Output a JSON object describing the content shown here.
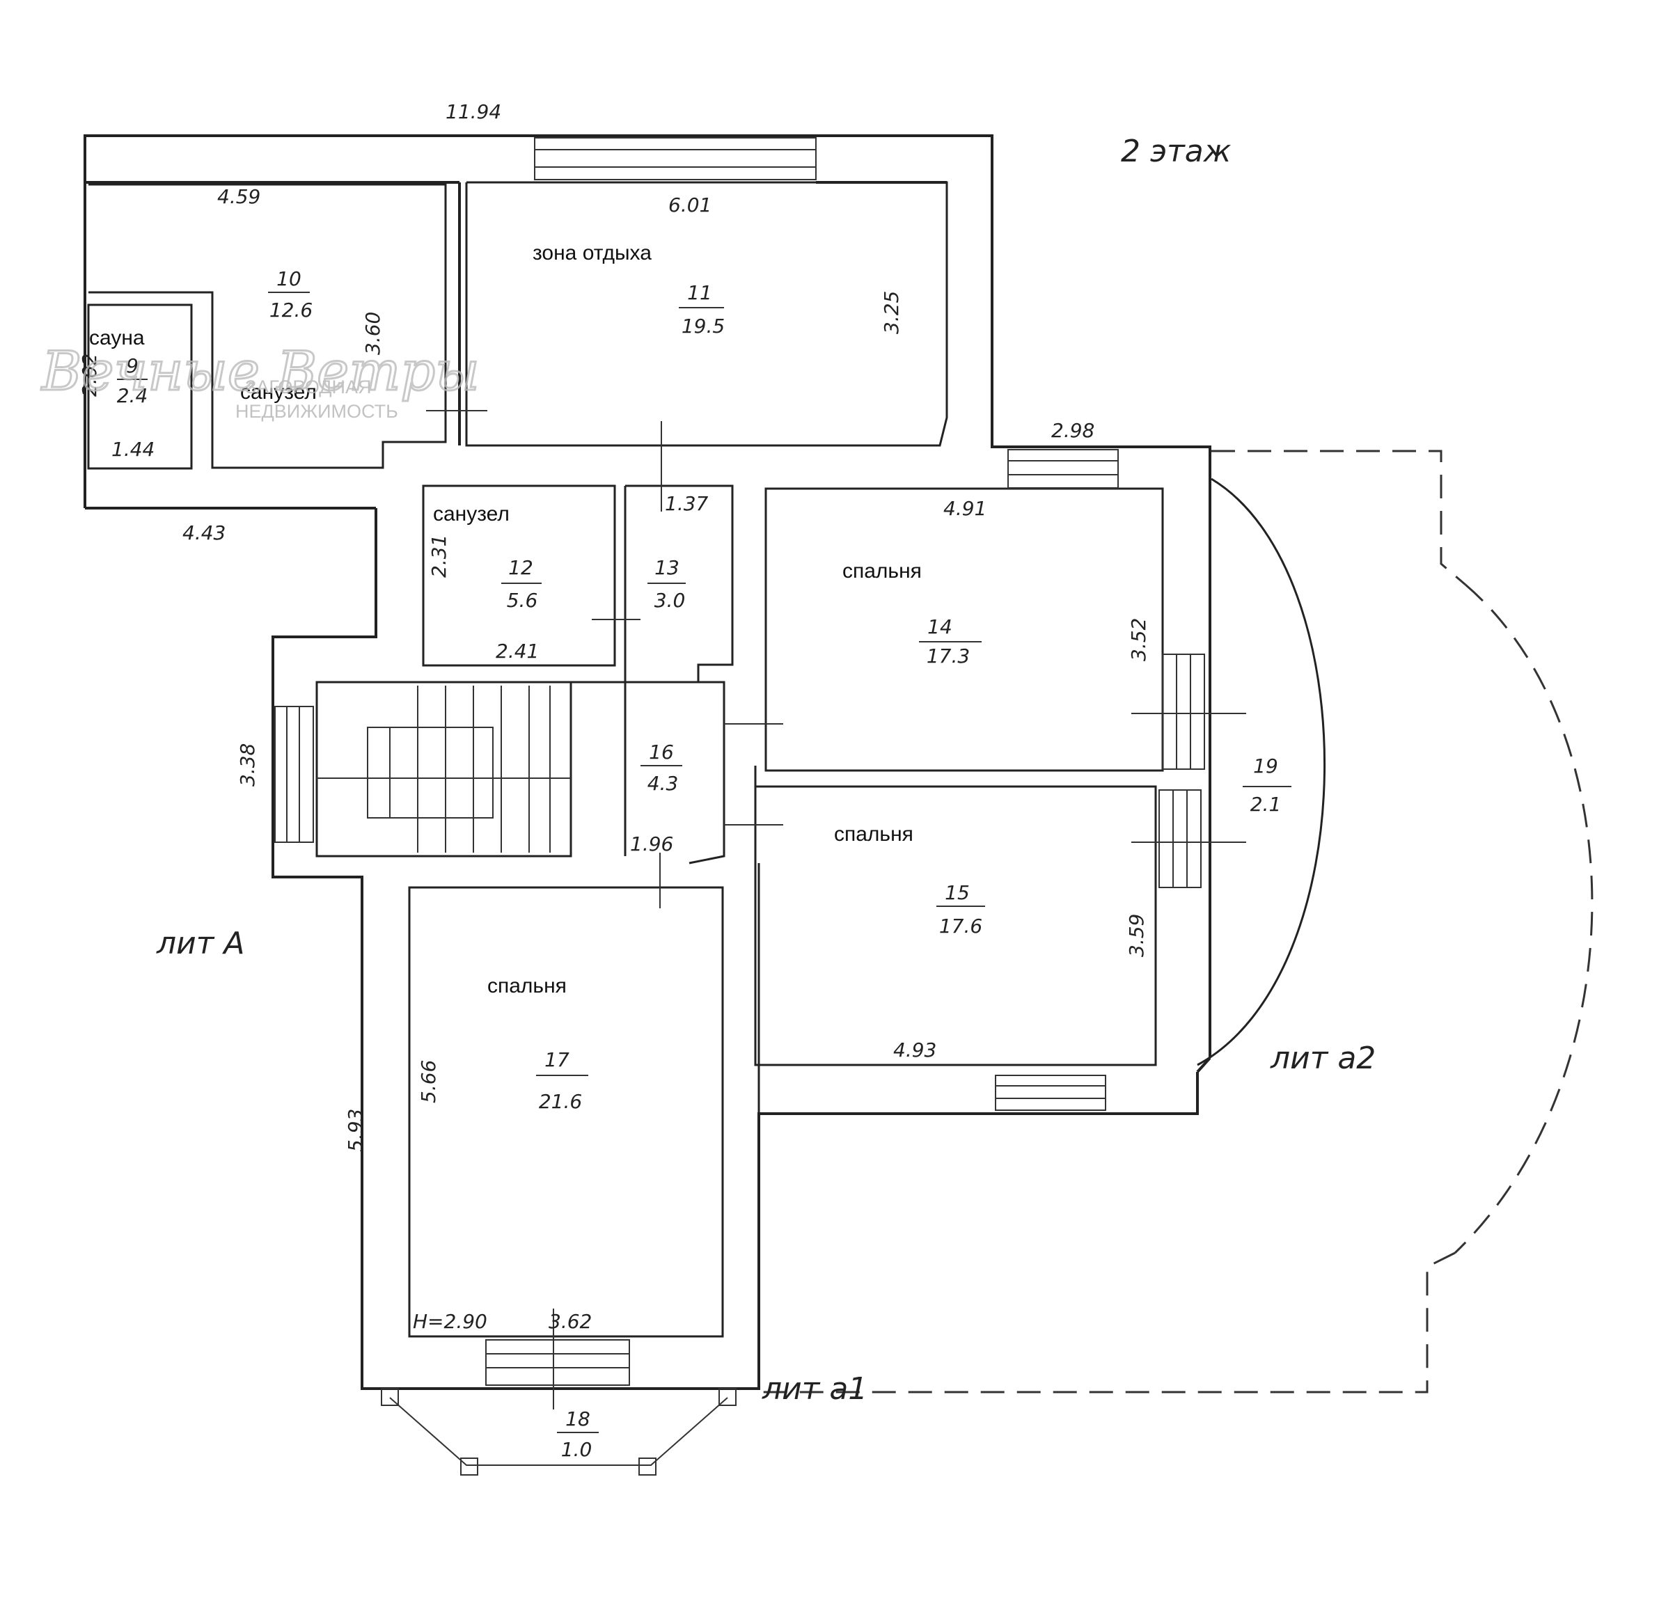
{
  "plan": {
    "floor_title": "2 этаж",
    "overall_width": "11.94",
    "litera": {
      "a": "лит А",
      "a1": "лит а1",
      "a2": "лит а2"
    },
    "room_labels": {
      "sauna": "сауна",
      "bath1": "санузел",
      "lounge": "зона отдыха",
      "bath2": "санузел",
      "bedroom_14": "спальня",
      "bedroom_15": "спальня",
      "bedroom_17": "спальня"
    },
    "rooms": [
      {
        "id": "9",
        "area": "2.4"
      },
      {
        "id": "10",
        "area": "12.6"
      },
      {
        "id": "11",
        "area": "19.5"
      },
      {
        "id": "12",
        "area": "5.6"
      },
      {
        "id": "13",
        "area": "3.0"
      },
      {
        "id": "14",
        "area": "17.3"
      },
      {
        "id": "15",
        "area": "17.6"
      },
      {
        "id": "16",
        "area": "4.3"
      },
      {
        "id": "17",
        "area": "21.6"
      },
      {
        "id": "18",
        "area": "1.0"
      },
      {
        "id": "19",
        "area": "2.1"
      }
    ],
    "dimensions": {
      "d459": "4.59",
      "d601": "6.01",
      "d360": "3.60",
      "d325": "3.25",
      "d202": "2.02",
      "d144": "1.44",
      "d443": "4.43",
      "d298": "2.98",
      "d491": "4.91",
      "d352": "3.52",
      "d231": "2.31",
      "d241": "2.41",
      "d137": "1.37",
      "d338": "3.38",
      "d196": "1.96",
      "d359": "3.59",
      "d493": "4.93",
      "d593": "5.93",
      "d566": "5.66",
      "h290": "H=2.90",
      "d362": "3.62"
    }
  },
  "watermark": {
    "logo_text": "Вечные Ветры",
    "line1": "ЗАГОРОДНАЯ",
    "line2": "НЕДВИЖИМОСТЬ"
  }
}
